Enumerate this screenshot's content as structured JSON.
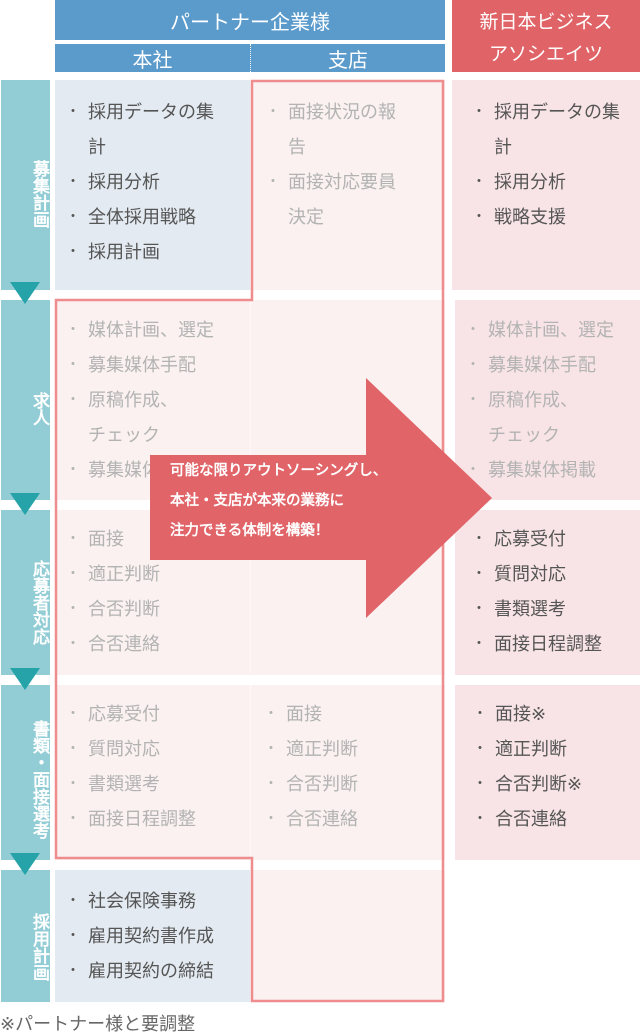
{
  "header": {
    "partner": "パートナー企業様",
    "honsha": "本社",
    "shiten": "支店",
    "vendor_line1": "新日本ビジネス",
    "vendor_line2": "アソシエイツ"
  },
  "stages": [
    {
      "label": "募集計画",
      "honsha": [
        "採用データの集計",
        "採用分析",
        "全体採用戦略",
        "採用計画"
      ],
      "shiten": [
        "面接状況の報告",
        "面接対応要員決定"
      ],
      "vendor": [
        "採用データの集計",
        "採用分析",
        "戦略支援"
      ]
    },
    {
      "label": "求人",
      "honsha": [
        "媒体計画、選定",
        "募集媒体手配",
        "原稿作成、チェック",
        "募集媒体掲載"
      ],
      "shiten": [],
      "vendor": [
        "媒体計画、選定",
        "募集媒体手配",
        "原稿作成、チェック",
        "募集媒体掲載"
      ]
    },
    {
      "label": "応募者対応",
      "honsha": [
        "面接",
        "適正判断",
        "合否判断",
        "合否連絡"
      ],
      "shiten": [],
      "vendor": [
        "応募受付",
        "質問対応",
        "書類選考",
        "面接日程調整"
      ]
    },
    {
      "label": "書類・面接選考",
      "honsha": [
        "応募受付",
        "質問対応",
        "書類選考",
        "面接日程調整"
      ],
      "shiten": [
        "面接",
        "適正判断",
        "合否判断",
        "合否連絡"
      ],
      "vendor": [
        "面接※",
        "適正判断",
        "合否判断※",
        "合否連絡"
      ]
    },
    {
      "label": "採用計画",
      "honsha": [
        "社会保険事務",
        "雇用契約書作成",
        "雇用契約の締結"
      ],
      "shiten": [],
      "vendor": []
    }
  ],
  "arrow_message": [
    "可能な限りアウトソーシングし、",
    "本社・支店が本来の業務に",
    "注力できる体制を構築！"
  ],
  "footnote": "※パートナー様と要調整",
  "colors": {
    "partner": "#5b9bcc",
    "vendor": "#e06467",
    "stage": "#92cdd6",
    "stage_arrow": "#25a3a9",
    "outline": "#ee8c8e",
    "big_arrow": "#e06468"
  }
}
